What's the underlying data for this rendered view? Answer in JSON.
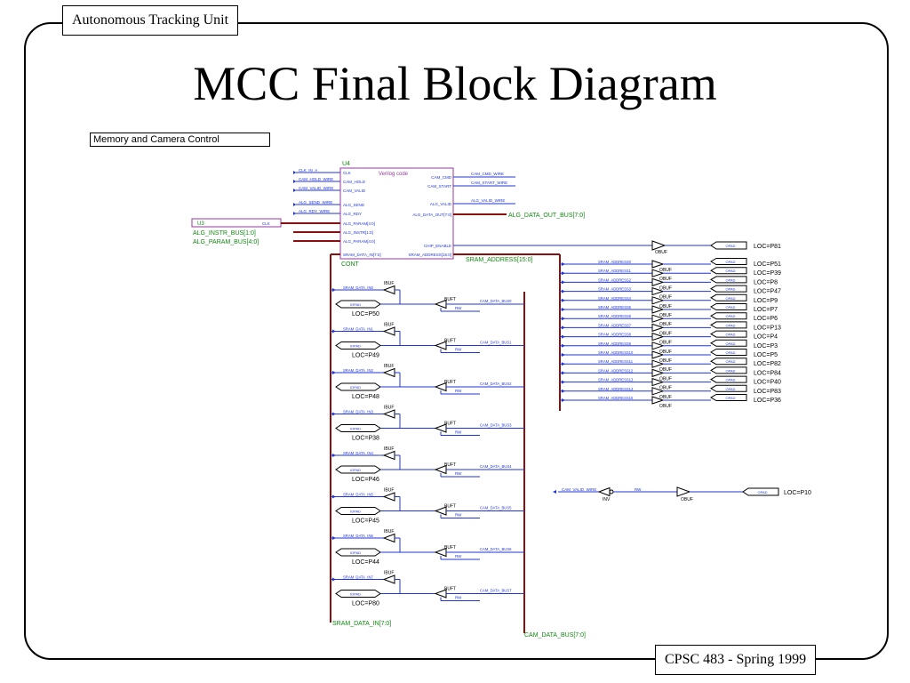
{
  "slide": {
    "header_tag": "Autonomous Tracking Unit",
    "title": "MCC Final Block Diagram",
    "footer_tag": "CPSC 483 - Spring 1999"
  },
  "schematic": {
    "title": "Memory and Camera Control",
    "colors": {
      "wire": "#1f35d8",
      "bus": "#8a1010",
      "block": "#9a3aa0",
      "label_green": "#108a10",
      "text": "#000000"
    },
    "u4": {
      "ref": "U4",
      "caption": "Verilog code",
      "name": "CONT",
      "left_pins": [
        "CLK",
        "CAM_HOLD",
        "CAM_VALID",
        "ALG_SEND",
        "ALG_RDY",
        "ALG_PARAM[4:0]",
        "ALG_INSTR[1:0]",
        "ALG_PARAM[4:0]",
        "SRAM_DATA_IN[7:0]"
      ],
      "right_pins": [
        "CAM_CMD",
        "CAM_START",
        "ALG_VALID",
        "ALG_DATA_OUT[7:0]",
        "CHIP_ENABLE",
        "SRAM_ADDRESS[15:0]"
      ],
      "left_nets": [
        "CLK_IN_A",
        "CAM_HOLD_WIRE",
        "CAM_VALID_WIRE",
        "ALG_SEND_WIRE",
        "ALG_RDY_WIRE"
      ],
      "right_nets": [
        "CAM_CMD_WIRE",
        "CAM_START_WIRE",
        "ALG_VALID_WIRE"
      ]
    },
    "u3": {
      "ref": "U3",
      "pin": "CLK"
    },
    "green_labels": {
      "alg_instr_bus": "ALG_INSTR_BUS[1:0]",
      "alg_param_bus": "ALG_PARAM_BUS[4:0]",
      "alg_data_out_bus": "ALG_DATA_OUT_BUS[7:0]",
      "sram_address_bus": "SRAM_ADDRESS[15:0]",
      "sram_data_in_bus": "SRAM_DATA_IN[7:0]",
      "cam_data_bus": "CAM_DATA_BUS[7:0]"
    },
    "parts": {
      "obuf": "OBUF",
      "ibuf": "IBUF",
      "buft": "BUFT",
      "opad": "OPAD",
      "iopad": "IOPAD",
      "inv": "INV",
      "rw": "RW"
    },
    "chip_enable_loc": "LOC=P81",
    "address_nets": [
      "SRAM_ADDRESS0",
      "SRAM_ADDRESS1",
      "SRAM_ADDRESS2",
      "SRAM_ADDRESS3",
      "SRAM_ADDRESS4",
      "SRAM_ADDRESS5",
      "SRAM_ADDRESS6",
      "SRAM_ADDRESS7",
      "SRAM_ADDRESS8",
      "SRAM_ADDRESS9",
      "SRAM_ADDRESS10",
      "SRAM_ADDRESS11",
      "SRAM_ADDRESS12",
      "SRAM_ADDRESS13",
      "SRAM_ADDRESS14",
      "SRAM_ADDRESS15"
    ],
    "address_locs": [
      "LOC=P51",
      "LOC=P39",
      "LOC=P8",
      "LOC=P47",
      "LOC=P9",
      "LOC=P7",
      "LOC=P6",
      "LOC=P13",
      "LOC=P4",
      "LOC=P3",
      "LOC=P5",
      "LOC=P82",
      "LOC=P84",
      "LOC=P40",
      "LOC=P83",
      "LOC=P36"
    ],
    "data_nets": [
      "SRAM_DATA_IN0",
      "SRAM_DATA_IN1",
      "SRAM_DATA_IN2",
      "SRAM_DATA_IN3",
      "SRAM_DATA_IN4",
      "SRAM_DATA_IN5",
      "SRAM_DATA_IN6",
      "SRAM_DATA_IN7"
    ],
    "cam_nets": [
      "CAM_DATA_BUS0",
      "CAM_DATA_BUS1",
      "CAM_DATA_BUS2",
      "CAM_DATA_BUS3",
      "CAM_DATA_BUS4",
      "CAM_DATA_BUS5",
      "CAM_DATA_BUS6",
      "CAM_DATA_BUS7"
    ],
    "data_locs": [
      "LOC=P50",
      "LOC=P49",
      "LOC=P48",
      "LOC=P38",
      "LOC=P46",
      "LOC=P45",
      "LOC=P44",
      "LOC=P80"
    ],
    "cam_valid_path": {
      "net_in": "CAM_VALID_WIRE",
      "net_out": "RW",
      "loc": "LOC=P10"
    }
  }
}
